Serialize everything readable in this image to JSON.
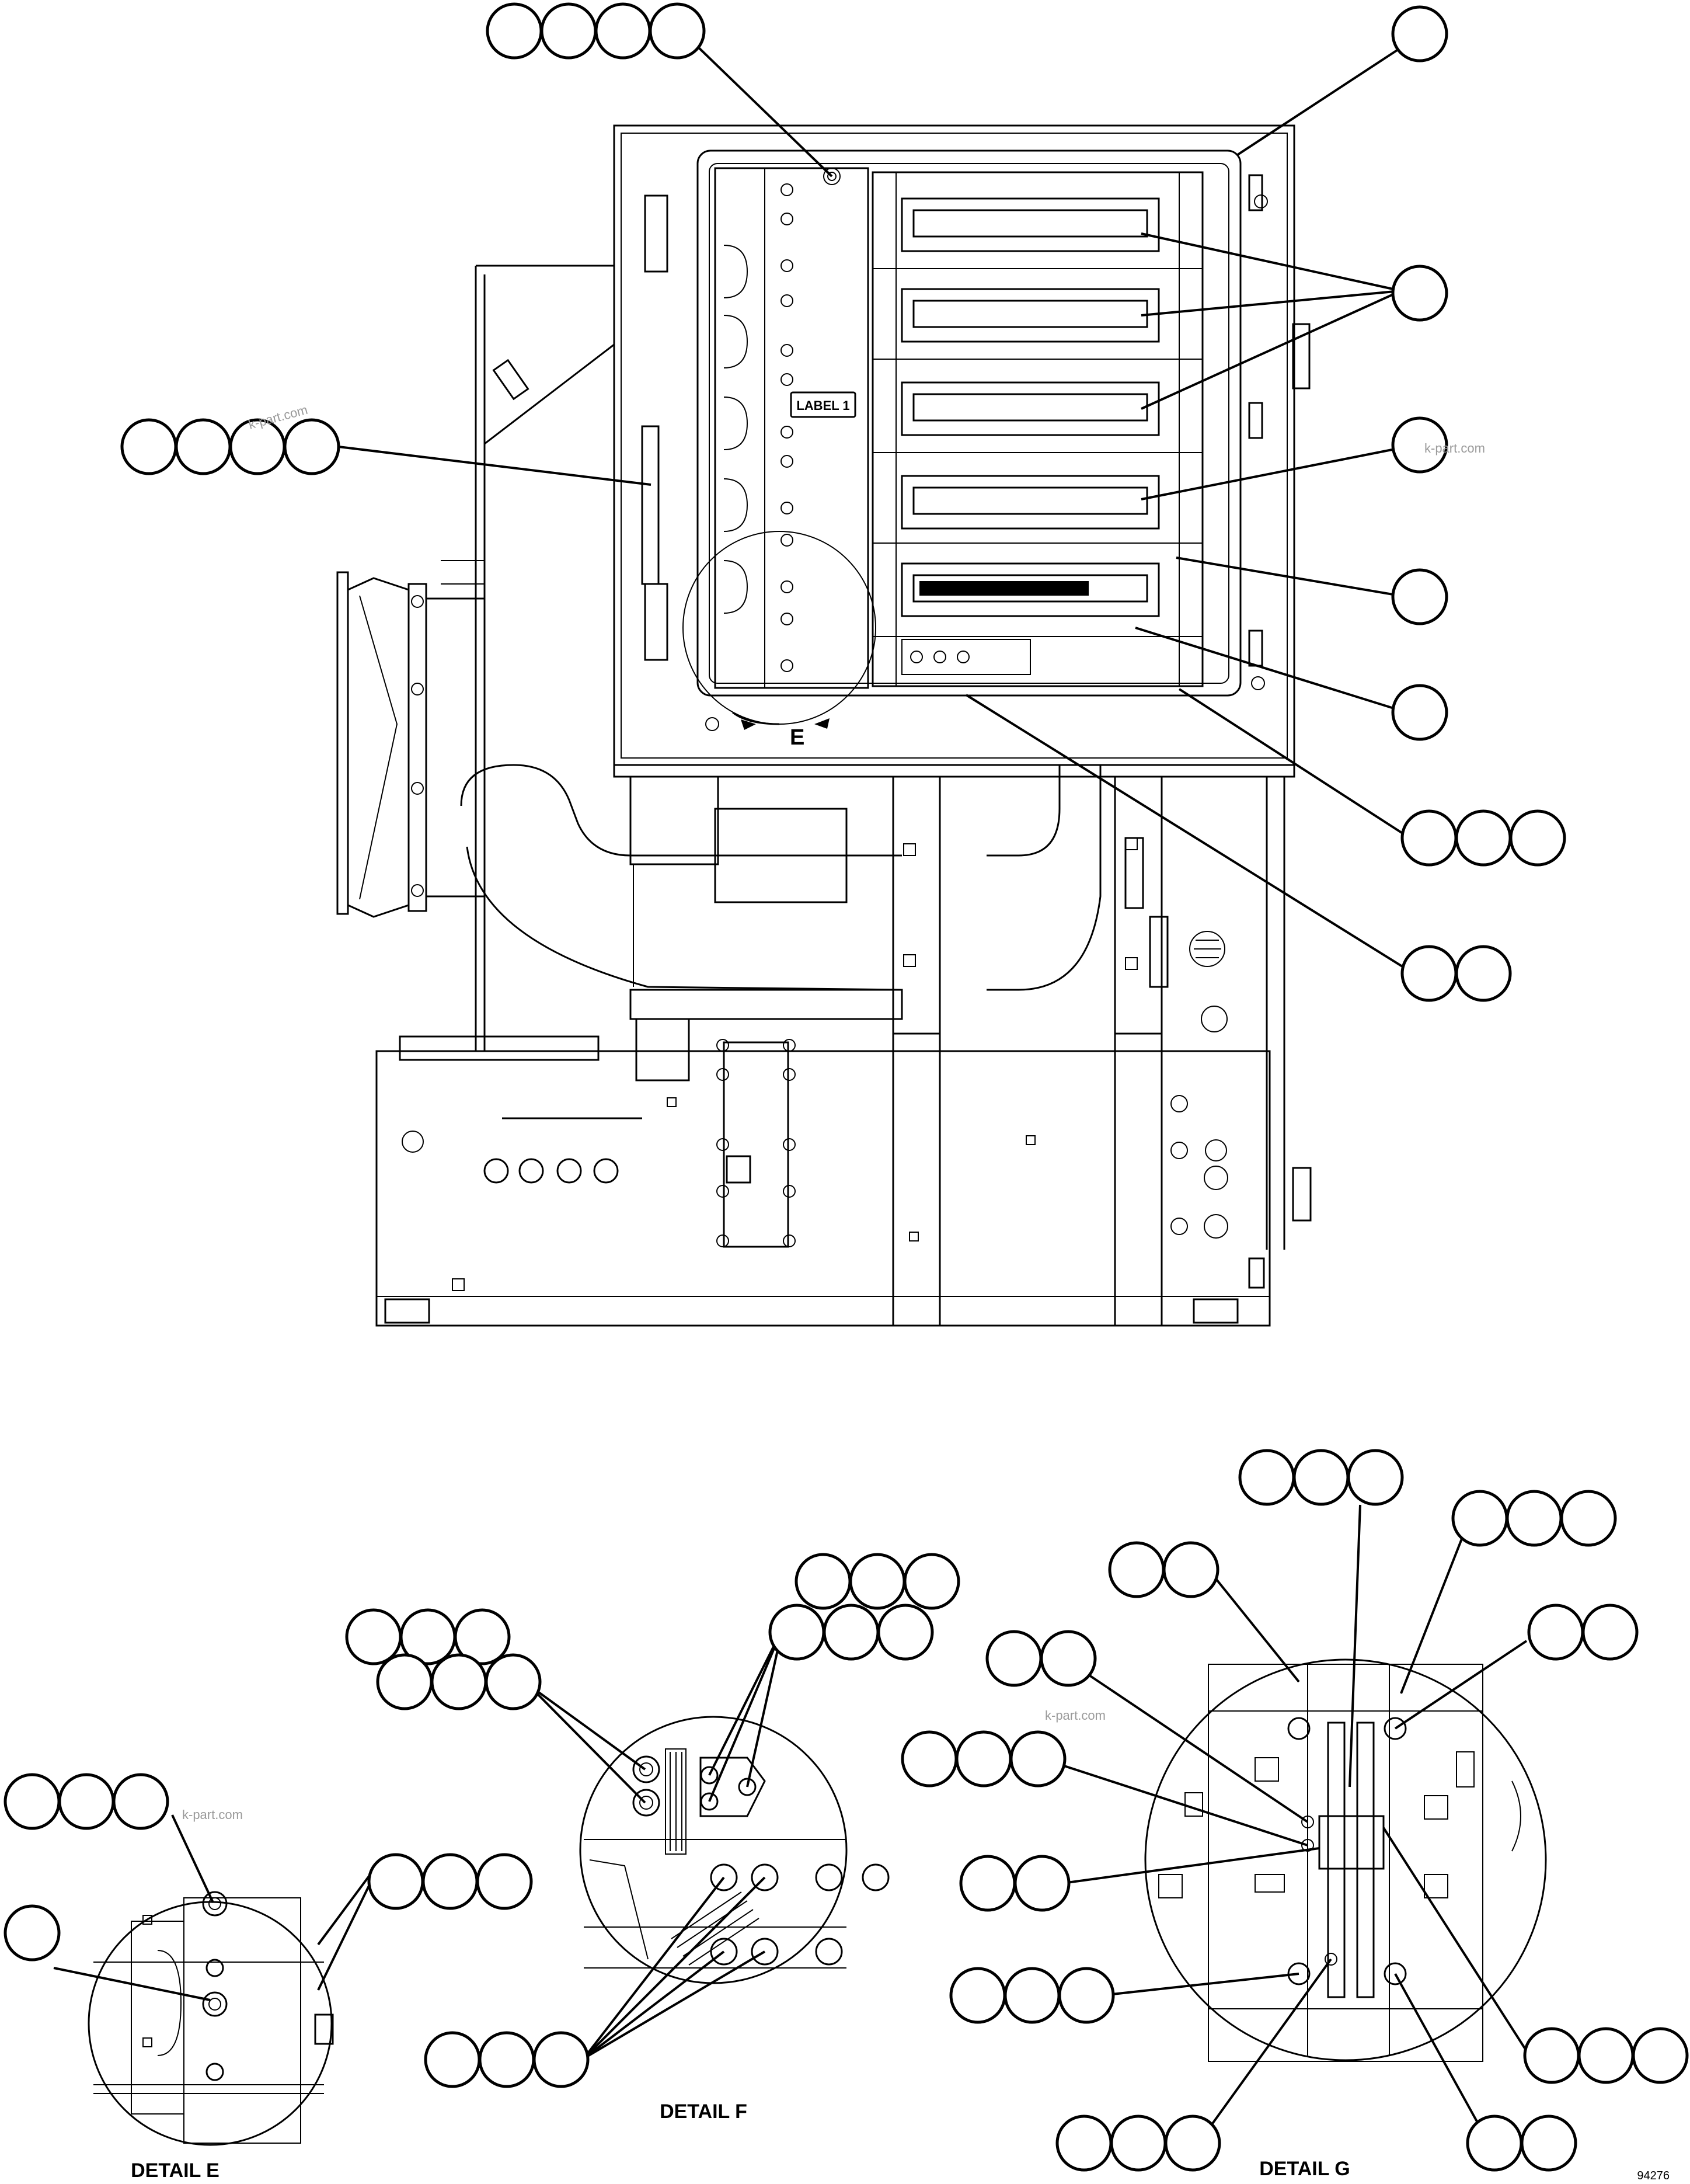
{
  "labels": {
    "label_plate": "LABEL 1",
    "view_marker": "E",
    "detail_e": "DETAIL E",
    "detail_f": "DETAIL F",
    "detail_g": "DETAIL G",
    "drawing_number": "94276"
  },
  "watermarks": [
    "k-part.com",
    "k-part.com",
    "k-part.com",
    "k-part.com"
  ],
  "colors": {
    "line": "#000000",
    "background": "#ffffff",
    "watermark": "#9a9a9a"
  }
}
